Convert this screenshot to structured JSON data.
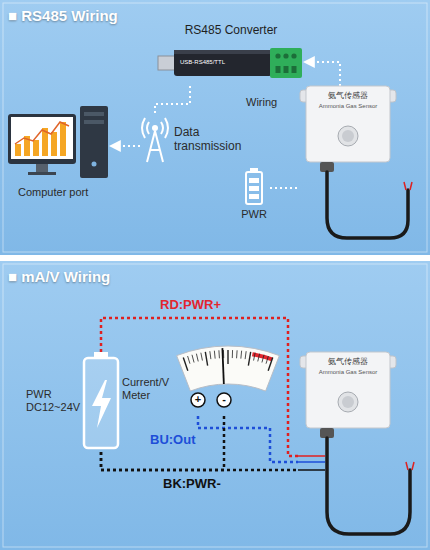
{
  "diagram": {
    "nodes": [
      {
        "text": [
          "Computer port"
        ]
      },
      {
        "text": [
          "Data transmission"
        ]
      },
      {
        "text": [
          "RS485 Converter",
          "USB-RS485/TTL"
        ]
      },
      {
        "text": [
          "氨气传感器",
          "Ammonia Gas Sensor"
        ]
      },
      {
        "text": [
          "PWR"
        ]
      },
      {
        "text": [
          "PWR DC12~24V"
        ]
      },
      {
        "text": [
          "Current/V Meter",
          "+",
          "-"
        ]
      },
      {
        "text": [
          "氨气传感器",
          "Ammonia Gas Sensor"
        ]
      }
    ],
    "edges": [
      {
        "from": 3,
        "to": 2,
        "arrow": "to",
        "label": "Wiring"
      },
      {
        "from": 2,
        "to": 1,
        "arrow": "none"
      },
      {
        "from": 1,
        "to": 0,
        "arrow": "to"
      },
      {
        "from": 4,
        "to": 3,
        "arrow": "none"
      },
      {
        "from": 5,
        "to": 7,
        "arrow": "none",
        "label": "RD:PWR+"
      },
      {
        "from": 6,
        "to": 7,
        "arrow": "none",
        "label": "BU:Out"
      },
      {
        "from": 5,
        "to": 7,
        "arrow": "none",
        "label": "BK:PWR-"
      },
      {
        "from": 6,
        "to": 5,
        "arrow": "none"
      }
    ],
    "labels": [
      "■ RS485 Wiring",
      "■ mA/V Wiring"
    ]
  }
}
